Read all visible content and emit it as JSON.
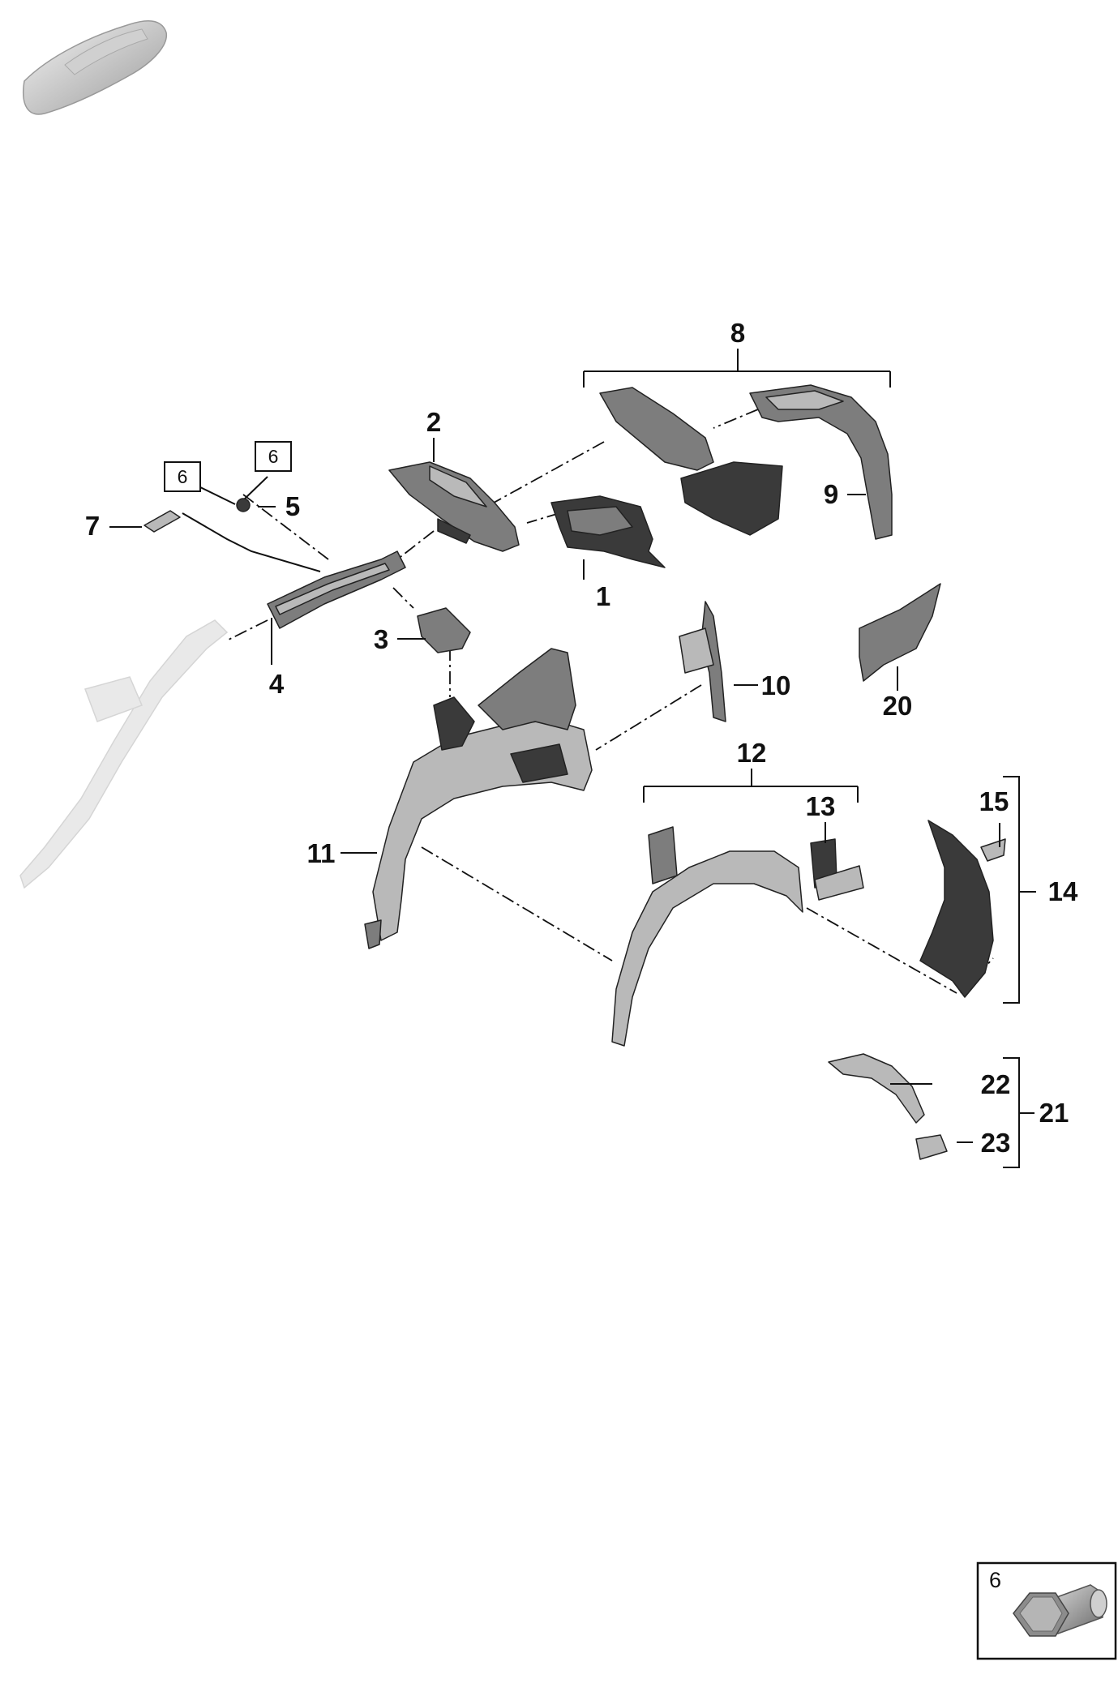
{
  "callouts": {
    "c1": "1",
    "c2": "2",
    "c3": "3",
    "c4": "4",
    "c5": "5",
    "c7": "7",
    "c8": "8",
    "c9": "9",
    "c10": "10",
    "c11": "11",
    "c12": "12",
    "c13": "13",
    "c14": "14",
    "c15": "15",
    "c20": "20",
    "c21": "21",
    "c22": "22",
    "c23": "23"
  },
  "boxed_refs": {
    "bolt_ref_a": "6",
    "bolt_ref_b": "6"
  },
  "legend": {
    "number": "6"
  }
}
